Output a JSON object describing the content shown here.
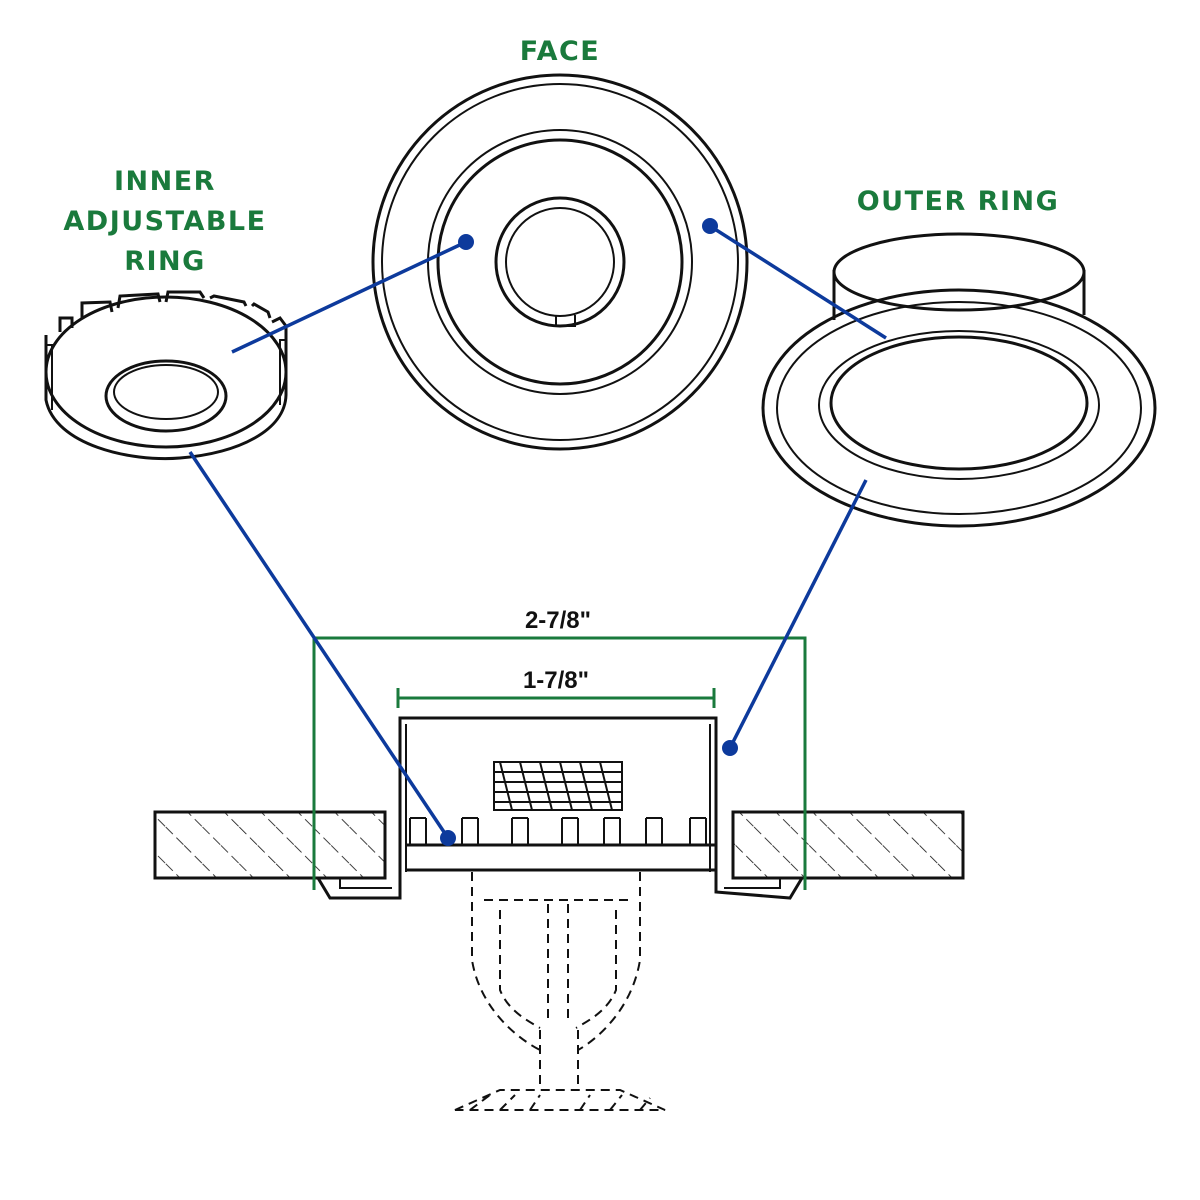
{
  "labels": {
    "face": "FACE",
    "inner_line1": "INNER",
    "inner_line2": "ADJUSTABLE",
    "inner_line3": "RING",
    "outer": "OUTER RING"
  },
  "dimensions": {
    "outer_width": "2-7/8\"",
    "inner_width": "1-7/8\""
  },
  "colors": {
    "label_green": "#1a7a3c",
    "leader_blue": "#0d3a9c",
    "dimension_green": "#1a7a3c",
    "line_black": "#111111"
  }
}
